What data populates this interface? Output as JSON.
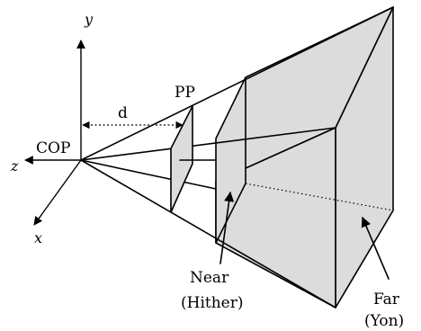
{
  "labels": {
    "cop": "COP",
    "pp": "PP",
    "d": "d",
    "near": "Near",
    "near_alt": "(Hither)",
    "far": "Far",
    "far_alt": "(Yon)"
  },
  "axes": {
    "x": "x",
    "y": "y",
    "z": "z"
  }
}
